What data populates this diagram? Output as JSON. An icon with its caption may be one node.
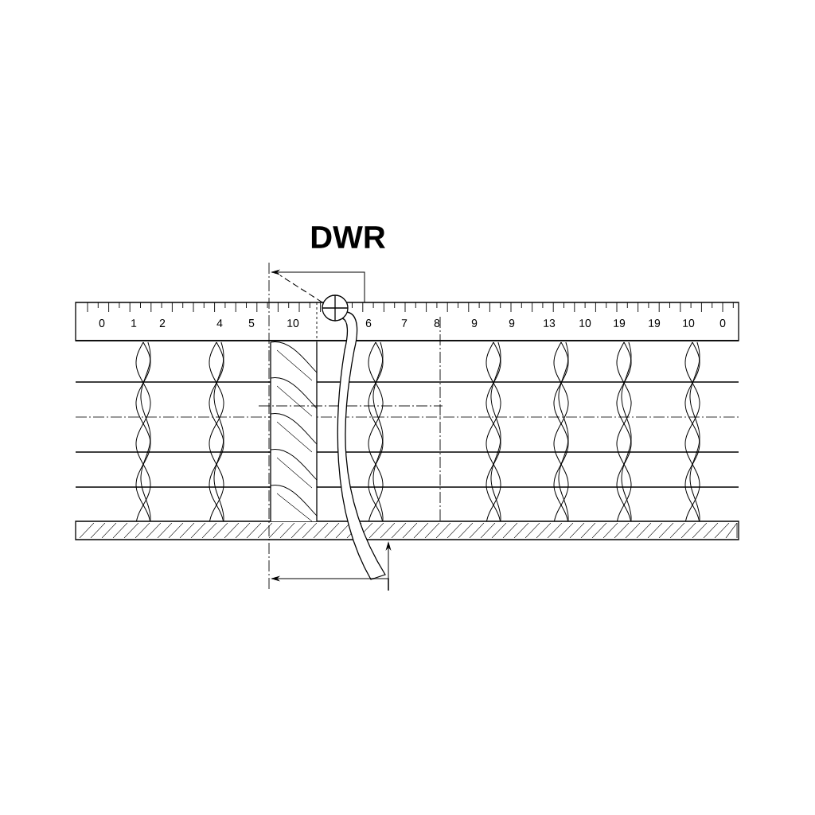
{
  "diagram": {
    "title": "DWR",
    "labels": [
      "0",
      "1",
      "2",
      "4",
      "5",
      "10",
      "6",
      "7",
      "8",
      "9",
      "9",
      "13",
      "10",
      "19",
      "19",
      "10",
      "0"
    ]
  }
}
